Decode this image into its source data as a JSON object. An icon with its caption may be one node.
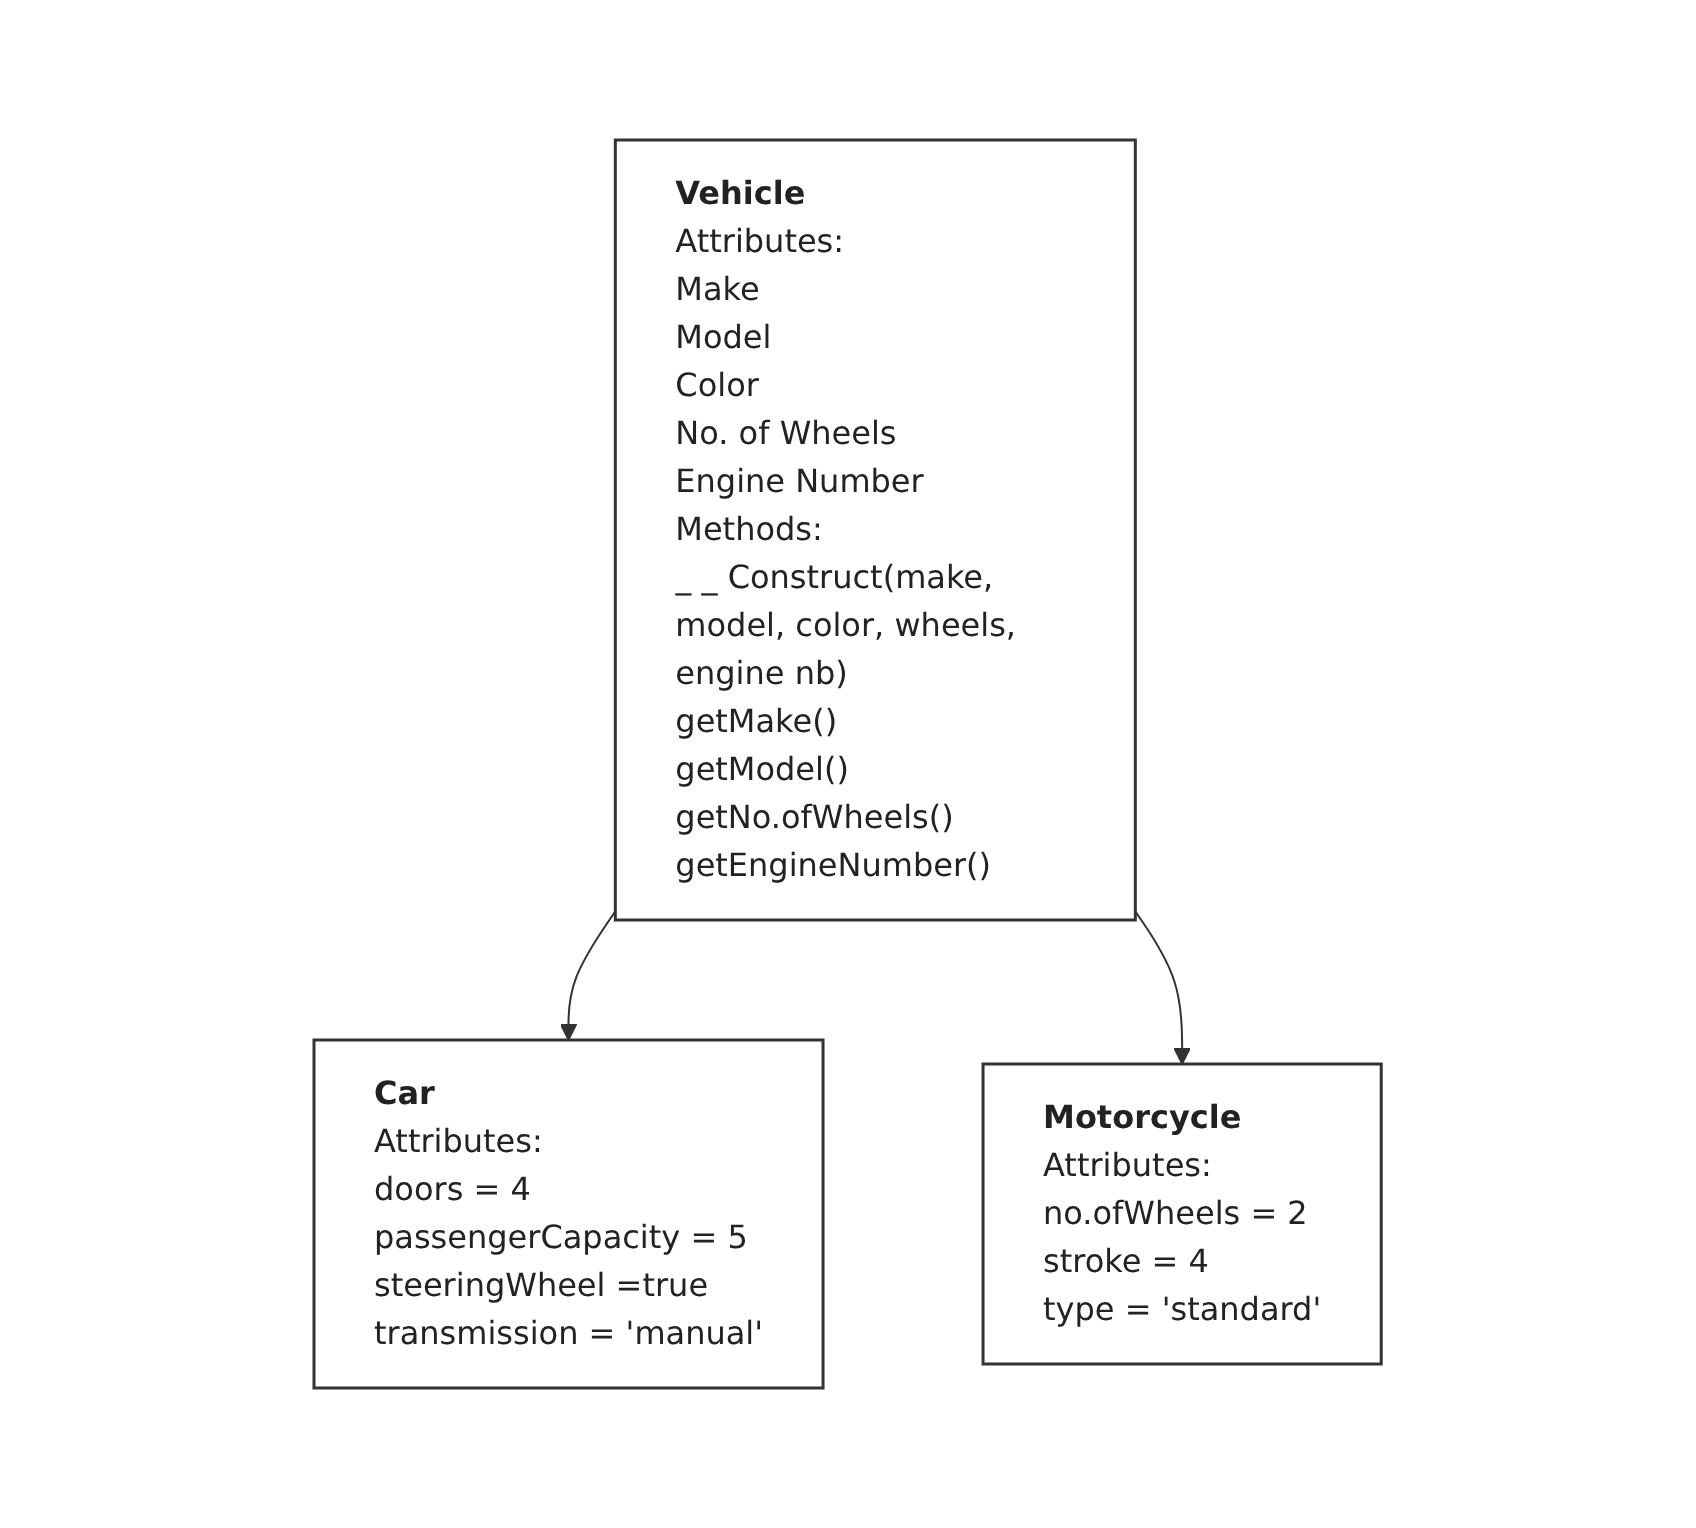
{
  "diagram": {
    "nodes": [
      {
        "text": [
          "Vehicle",
          "Attributes:",
          "Make",
          "Model",
          "Color",
          "No. of Wheels",
          "Engine Number",
          "Methods:",
          "_ _ Construct(make, model, color, wheels, engine nb)",
          "getMake()",
          "getModel()",
          "getNo.ofWheels()",
          "getEngineNumber()"
        ]
      },
      {
        "text": [
          "Car",
          "Attributes:",
          "doors = 4",
          "passengerCapacity = 5",
          "steeringWheel =true",
          "transmission = 'manual'"
        ]
      },
      {
        "text": [
          "Motorcycle",
          "Attributes:",
          "no.ofWheels = 2",
          "stroke = 4",
          "type = 'standard'"
        ]
      }
    ],
    "edges": [
      {
        "from": 0,
        "to": 1,
        "arrow": "to"
      },
      {
        "from": 0,
        "to": 2,
        "arrow": "to"
      }
    ]
  }
}
